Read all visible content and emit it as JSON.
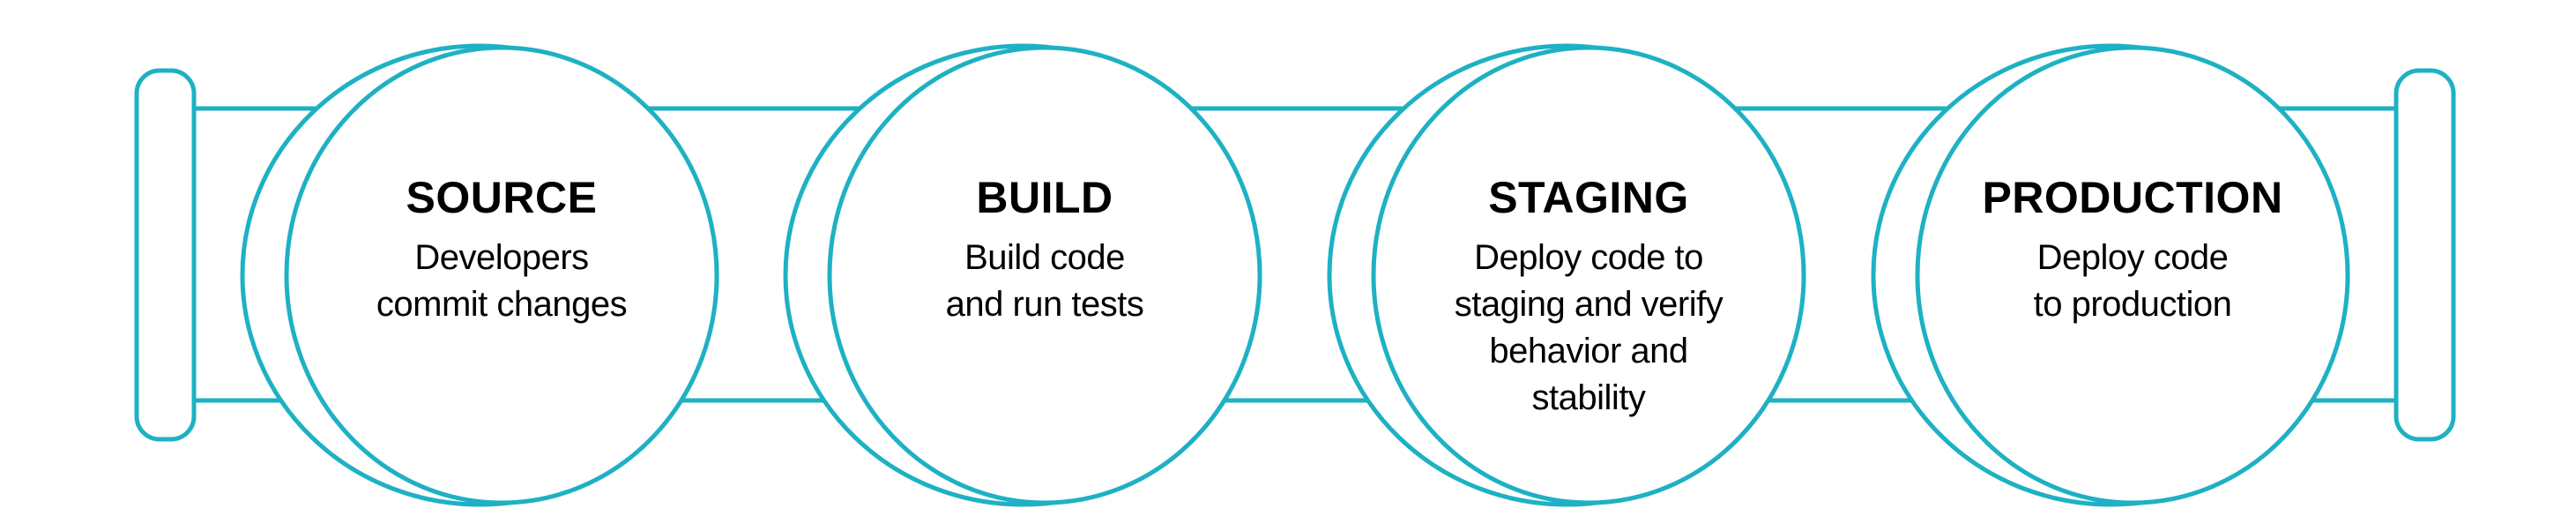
{
  "diagram": {
    "title": "CI/CD pipeline",
    "accent_color": "#1EB1C3",
    "text_color": "#000000",
    "stages": [
      {
        "id": "source",
        "title": "SOURCE",
        "description_lines": [
          "Developers",
          "commit changes"
        ]
      },
      {
        "id": "build",
        "title": "BUILD",
        "description_lines": [
          "Build code",
          "and run tests"
        ]
      },
      {
        "id": "staging",
        "title": "STAGING",
        "description_lines": [
          "Deploy code to",
          "staging and verify",
          "behavior and",
          "stability"
        ]
      },
      {
        "id": "production",
        "title": "PRODUCTION",
        "description_lines": [
          "Deploy code",
          "to production"
        ]
      }
    ]
  }
}
